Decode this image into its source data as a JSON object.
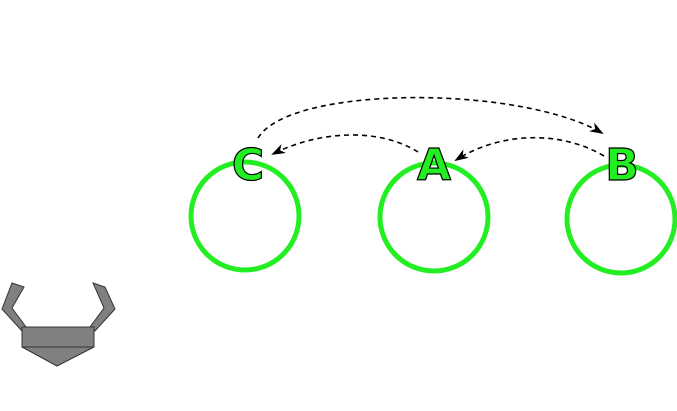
{
  "scene": {
    "background": "#ffffff",
    "circle_color": "#22ee22",
    "letter_color": "#22ee22",
    "arrow_color": "#000000",
    "gripper_color": "#808080"
  },
  "slots": [
    {
      "id": "left",
      "letter": "C"
    },
    {
      "id": "middle",
      "letter": "A"
    },
    {
      "id": "right",
      "letter": "B"
    }
  ],
  "arrows": [
    {
      "from": "C",
      "to": "B",
      "style": "dashed"
    },
    {
      "from": "A",
      "to": "C",
      "style": "dashed"
    },
    {
      "from": "B",
      "to": "A",
      "style": "dashed"
    }
  ],
  "gripper": {
    "icon": "robot-gripper-icon"
  }
}
